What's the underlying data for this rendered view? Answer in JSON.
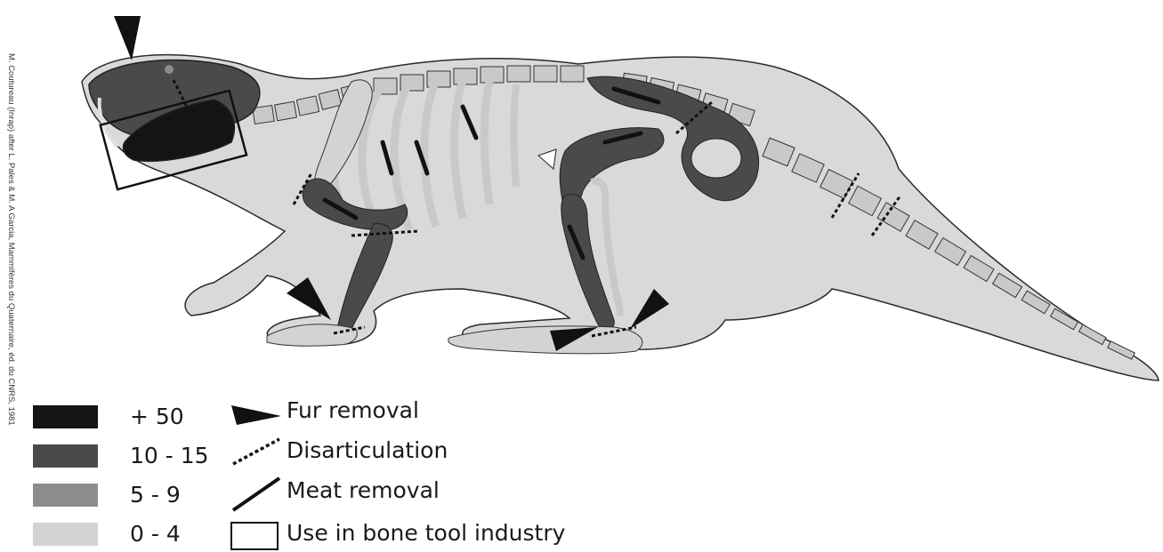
{
  "credit": "M. Coutureau (Inrap) after L. Pales & M. A Garcia, Mammifères du Quaternaire, éd. du CNRS, 1981",
  "colors": {
    "plus50": "#141414",
    "10-15": "#4a4a4a",
    "5-9": "#8c8c8c",
    "0-4": "#d3d3d3",
    "outline": "#2a2a2a"
  },
  "legend": {
    "scale": [
      {
        "label": "+ 50",
        "color": "#141414"
      },
      {
        "label": "10 - 15",
        "color": "#4a4a4a"
      },
      {
        "label": "5 - 9",
        "color": "#8c8c8c"
      },
      {
        "label": "0 - 4",
        "color": "#d3d3d3"
      }
    ],
    "symbols": [
      {
        "label": "Fur removal",
        "icon": "black-triangle-icon"
      },
      {
        "label": "Disarticulation",
        "icon": "dotted-line-icon"
      },
      {
        "label": "Meat removal",
        "icon": "solid-line-icon"
      },
      {
        "label": "Use in bone tool industry",
        "icon": "rectangle-outline-icon"
      }
    ]
  }
}
